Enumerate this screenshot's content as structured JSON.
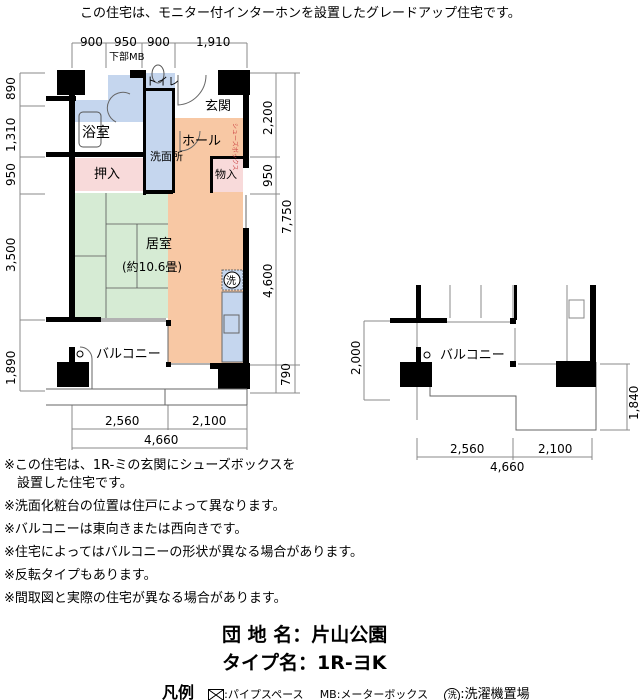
{
  "header": "この住宅は、モニター付インターホンを設置したグレードアップ住宅です。",
  "plan": {
    "dims_top": [
      "900",
      "950",
      "900",
      "1,910"
    ],
    "mb_label": "下部MB",
    "dims_left": [
      "890",
      "1,310",
      "950",
      "3,500",
      "1,890"
    ],
    "dims_right_inner": [
      "2,200",
      "950",
      "4,600",
      "790"
    ],
    "dim_right_outer": "7,750",
    "dims_bottom": [
      "2,560",
      "2,100"
    ],
    "dim_bottom_total": "4,660",
    "rooms": {
      "bath": "浴室",
      "toilet": "トイレ",
      "entrance": "玄関",
      "hall": "ホール",
      "shoebox": "シューズボックス",
      "wash": "洗面所",
      "closet": "押入",
      "storage": "物入",
      "living": "居室",
      "living_size": "(約10.6畳)",
      "washer": "洗",
      "balcony": "バルコニー"
    }
  },
  "alt_balcony": {
    "label": "バルコニー",
    "dim_left": "2,000",
    "dim_right": "1,840",
    "dims_bottom": [
      "2,560",
      "2,100"
    ],
    "dim_bottom_total": "4,660"
  },
  "notes": [
    "※この住宅は、1R-ミの玄関にシューズボックスを",
    "　設置した住宅です。",
    "※洗面化粧台の位置は住戸によって異なります。",
    "※バルコニーは東向きまたは西向きです。",
    "※住宅によってはバルコニーの形状が異なる場合があります。",
    "※反転タイプもあります。",
    "※間取図と実際の住宅が異なる場合があります。"
  ],
  "info": {
    "estate_label": "団 地 名：",
    "estate": "片山公園",
    "type_label": "タイプ名：",
    "type": "1R-ヨK"
  },
  "legend": {
    "title": "凡例",
    "pipe": ":パイプスペース",
    "mb": "MB:メーターボックス",
    "washer_icon": "洗",
    "washer": ":洗濯機置場"
  },
  "colors": {
    "wet": "#c5d6ee",
    "hall": "#f8c8a4",
    "closet": "#f8dada",
    "tatami": "#d6ebd4",
    "wall": "#000000"
  }
}
